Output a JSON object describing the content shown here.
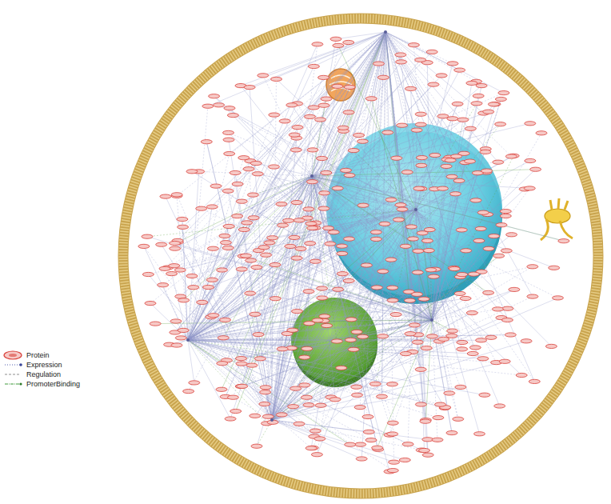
{
  "diagram": {
    "legend": [
      {
        "text": "Protein"
      },
      {
        "text": "Expression"
      },
      {
        "text": "Regulation"
      },
      {
        "text": "PromoterBinding"
      }
    ]
  }
}
